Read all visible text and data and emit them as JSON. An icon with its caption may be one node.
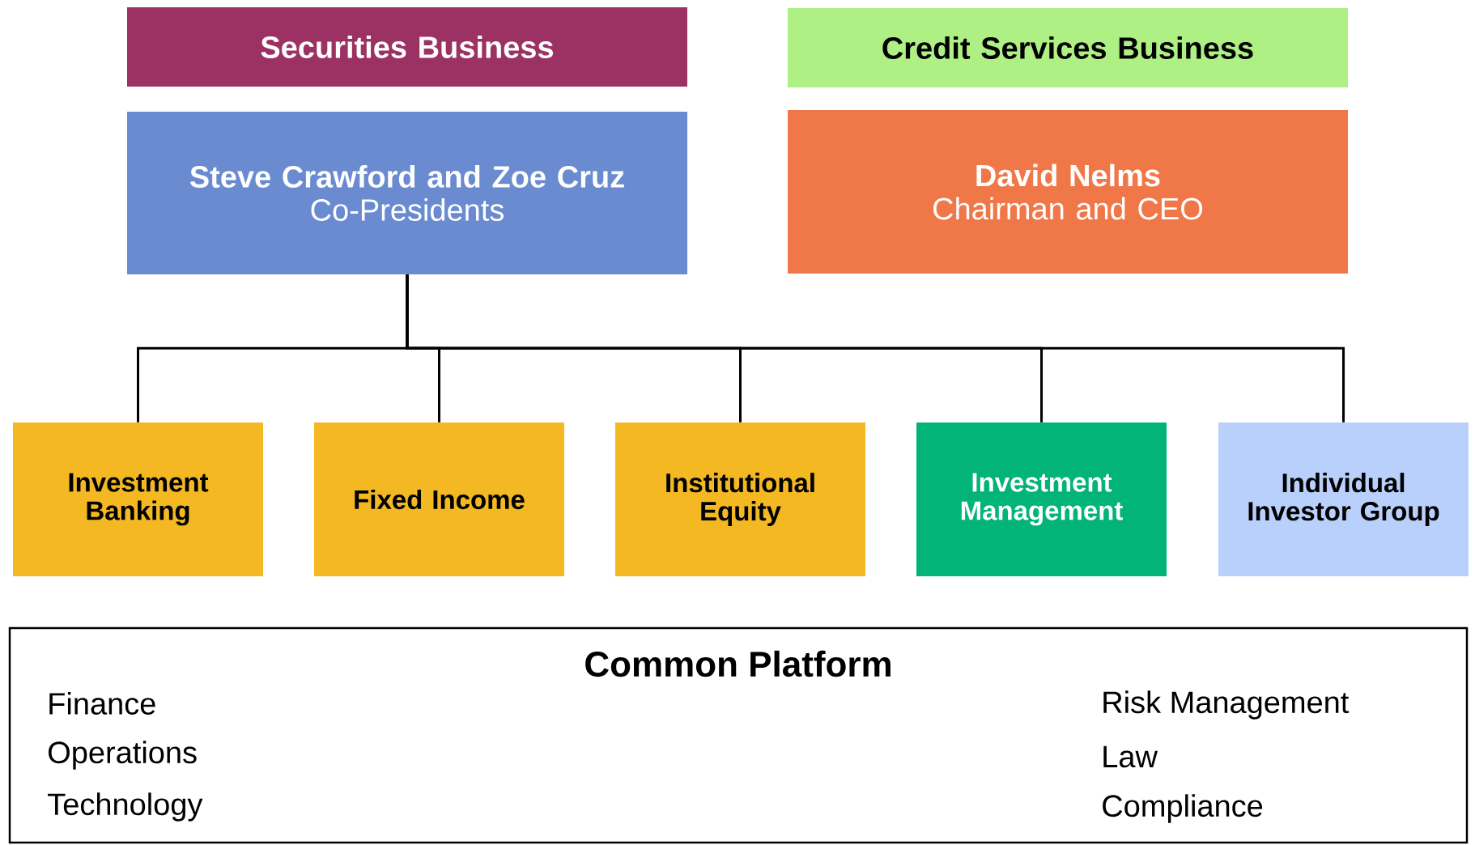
{
  "diagram": {
    "nodes": [
      {
        "text": [
          "Securities Business"
        ]
      },
      {
        "text": [
          "Credit Services Business"
        ]
      },
      {
        "text": [
          "Steve Crawford and Zoe Cruz",
          "Co-Presidents"
        ]
      },
      {
        "text": [
          "David Nelms",
          "Chairman and CEO"
        ]
      },
      {
        "text": [
          "Investment Banking"
        ]
      },
      {
        "text": [
          "Fixed Income"
        ]
      },
      {
        "text": [
          "Institutional Equity"
        ]
      },
      {
        "text": [
          "Investment Management"
        ]
      },
      {
        "text": [
          "Individual Investor Group"
        ]
      },
      {
        "text": [
          "Common Platform",
          "Finance",
          "Operations",
          "Technology",
          "Risk Management",
          "Law",
          "Compliance"
        ]
      }
    ],
    "edges": [
      {
        "from": 2,
        "to": 4,
        "arrow": "none"
      },
      {
        "from": 2,
        "to": 5,
        "arrow": "none"
      },
      {
        "from": 2,
        "to": 6,
        "arrow": "none"
      },
      {
        "from": 2,
        "to": 7,
        "arrow": "none"
      },
      {
        "from": 2,
        "to": 8,
        "arrow": "none"
      }
    ]
  }
}
